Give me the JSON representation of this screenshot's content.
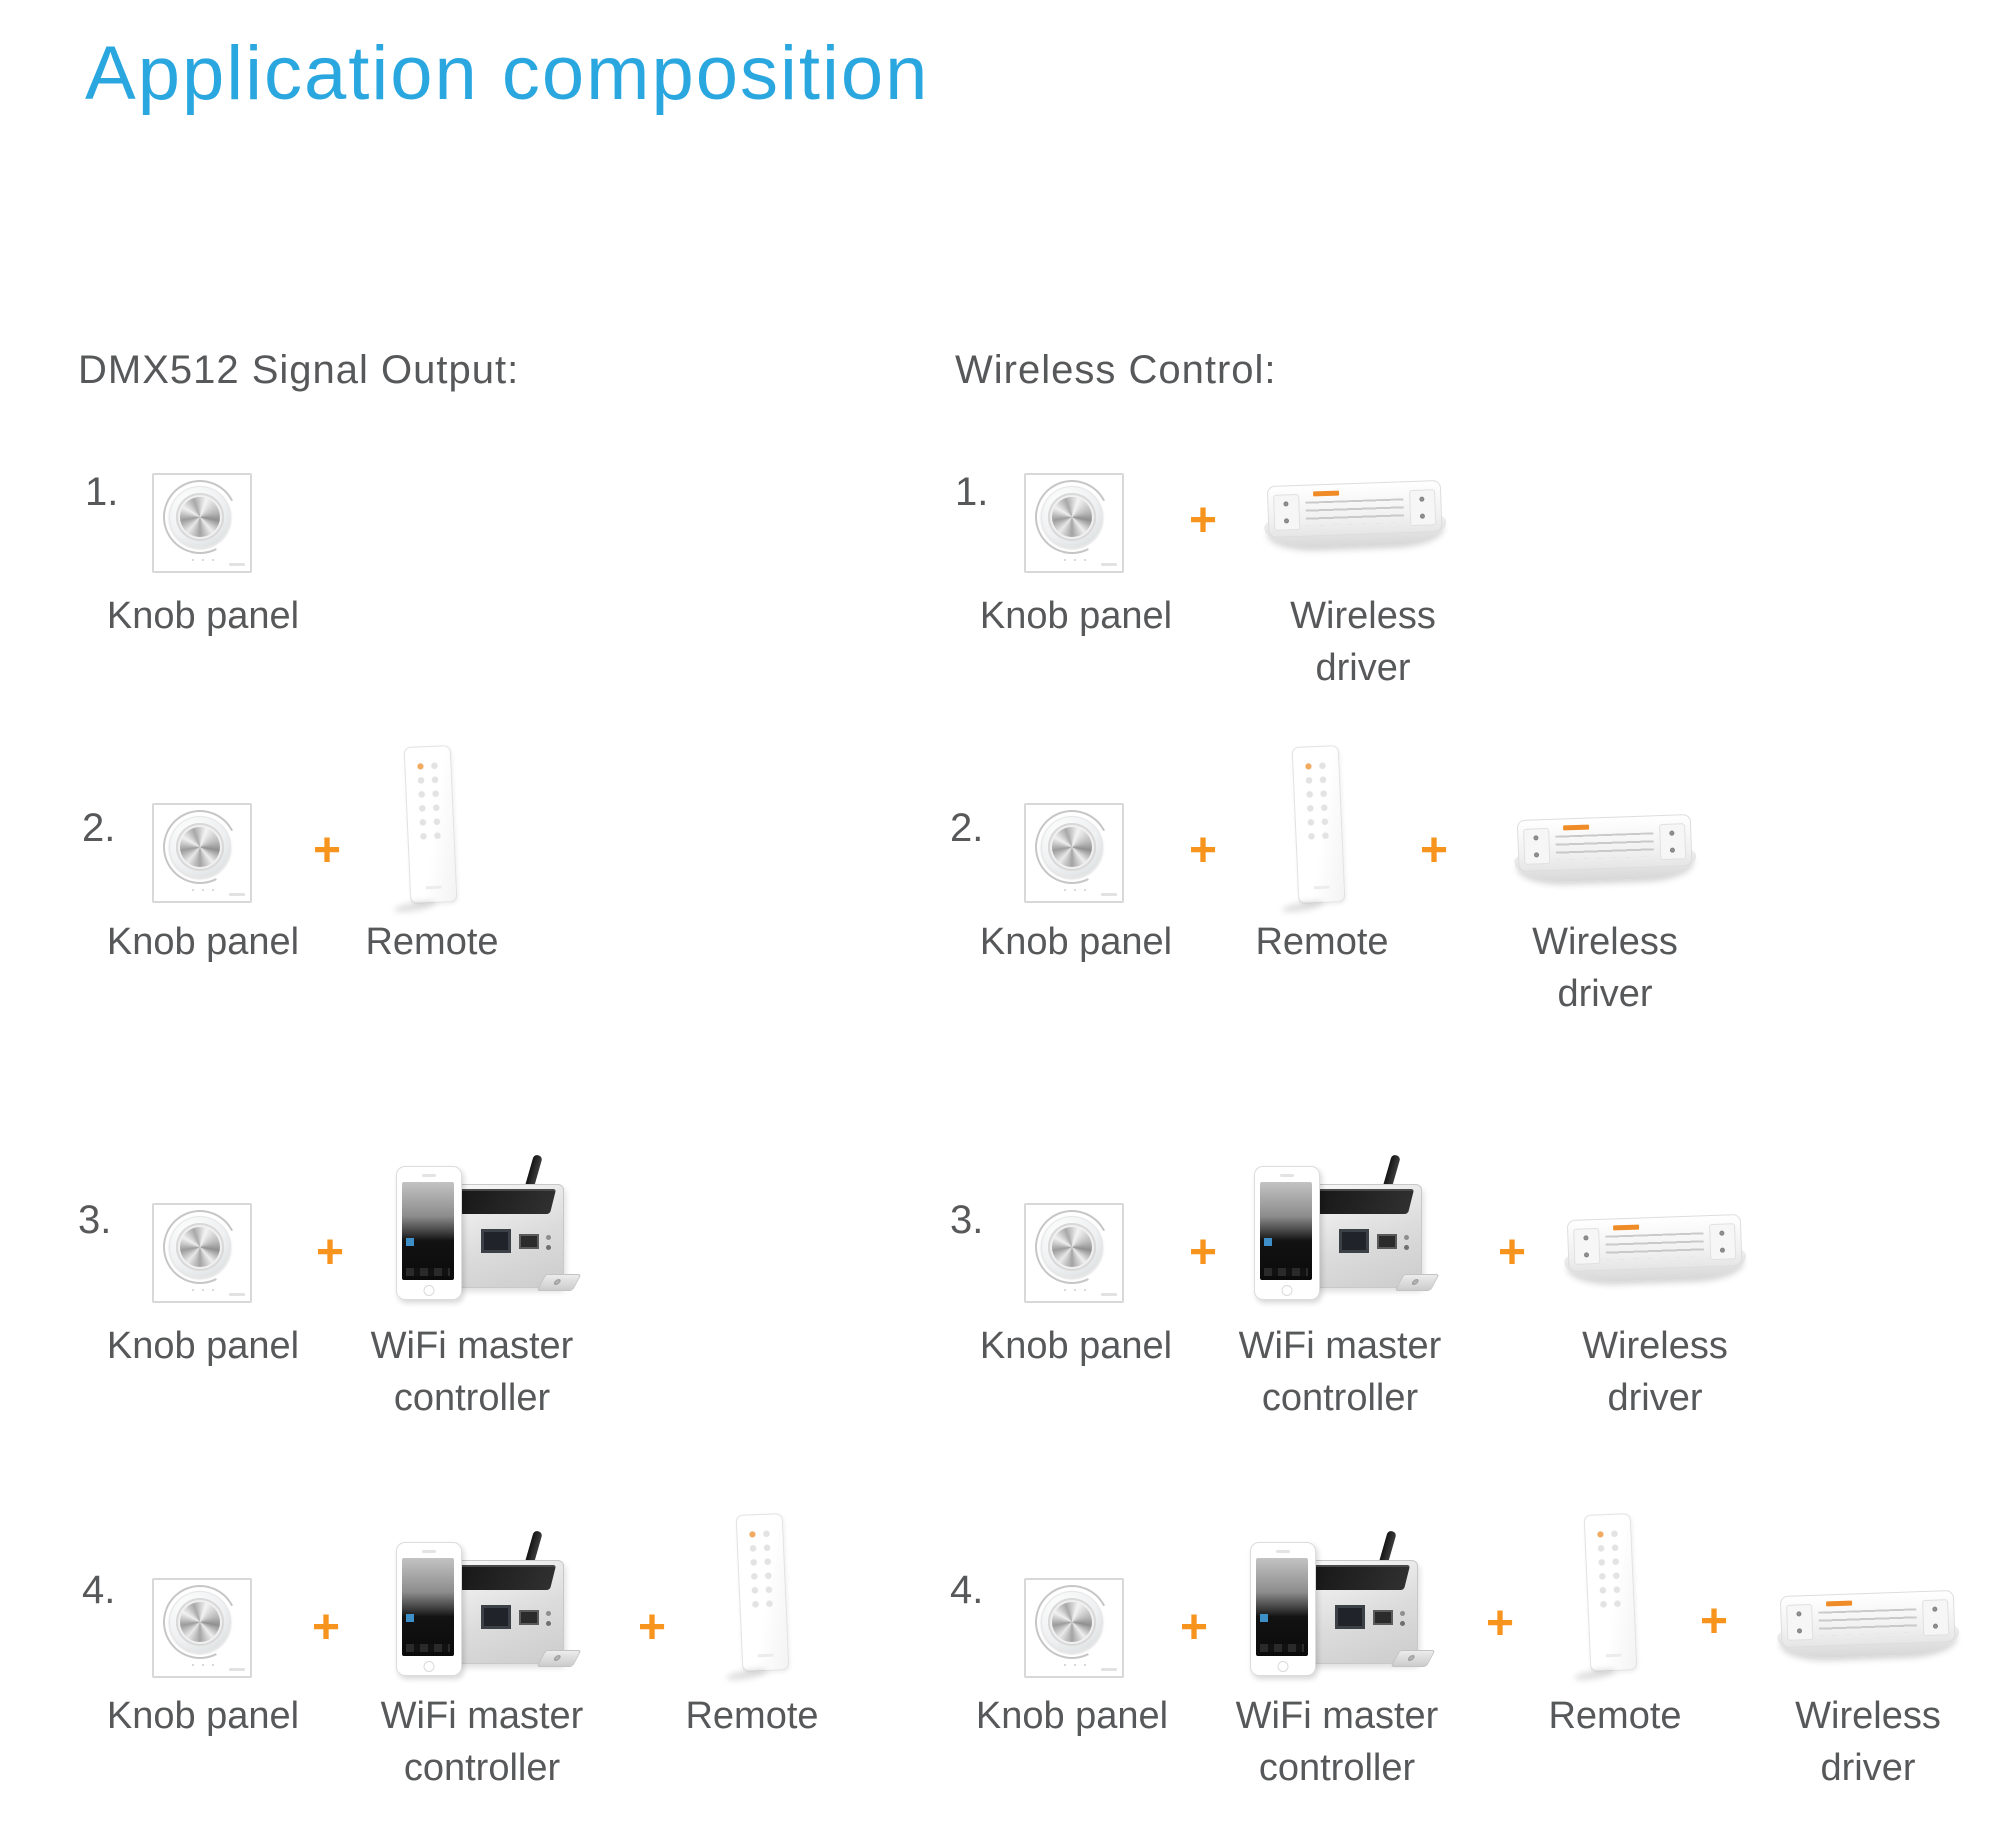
{
  "page": {
    "title": "Application composition",
    "colors": {
      "title_blue": "#2ba7e0",
      "text_gray": "#58595b",
      "plus_orange": "#f7941e"
    }
  },
  "ui": {
    "plus": "+"
  },
  "devices": {
    "knob_panel": "Knob panel",
    "remote": "Remote",
    "wifi_master": "WiFi master controller",
    "wireless_driver": "Wireless driver"
  },
  "sections": [
    {
      "heading": "DMX512 Signal Output:",
      "rows": [
        {
          "num": "1.",
          "items": [
            "Knob panel"
          ]
        },
        {
          "num": "2.",
          "items": [
            "Knob panel",
            "Remote"
          ]
        },
        {
          "num": "3.",
          "items": [
            "Knob panel",
            "WiFi master controller"
          ]
        },
        {
          "num": "4.",
          "items": [
            "Knob panel",
            "WiFi master controller",
            "Remote"
          ]
        }
      ]
    },
    {
      "heading": "Wireless Control:",
      "rows": [
        {
          "num": "1.",
          "items": [
            "Knob panel",
            "Wireless driver"
          ]
        },
        {
          "num": "2.",
          "items": [
            "Knob panel",
            "Remote",
            "Wireless driver"
          ]
        },
        {
          "num": "3.",
          "items": [
            "Knob panel",
            "WiFi master controller",
            "Wireless driver"
          ]
        },
        {
          "num": "4.",
          "items": [
            "Knob panel",
            "WiFi master controller",
            "Remote",
            "Wireless driver"
          ]
        }
      ]
    }
  ]
}
